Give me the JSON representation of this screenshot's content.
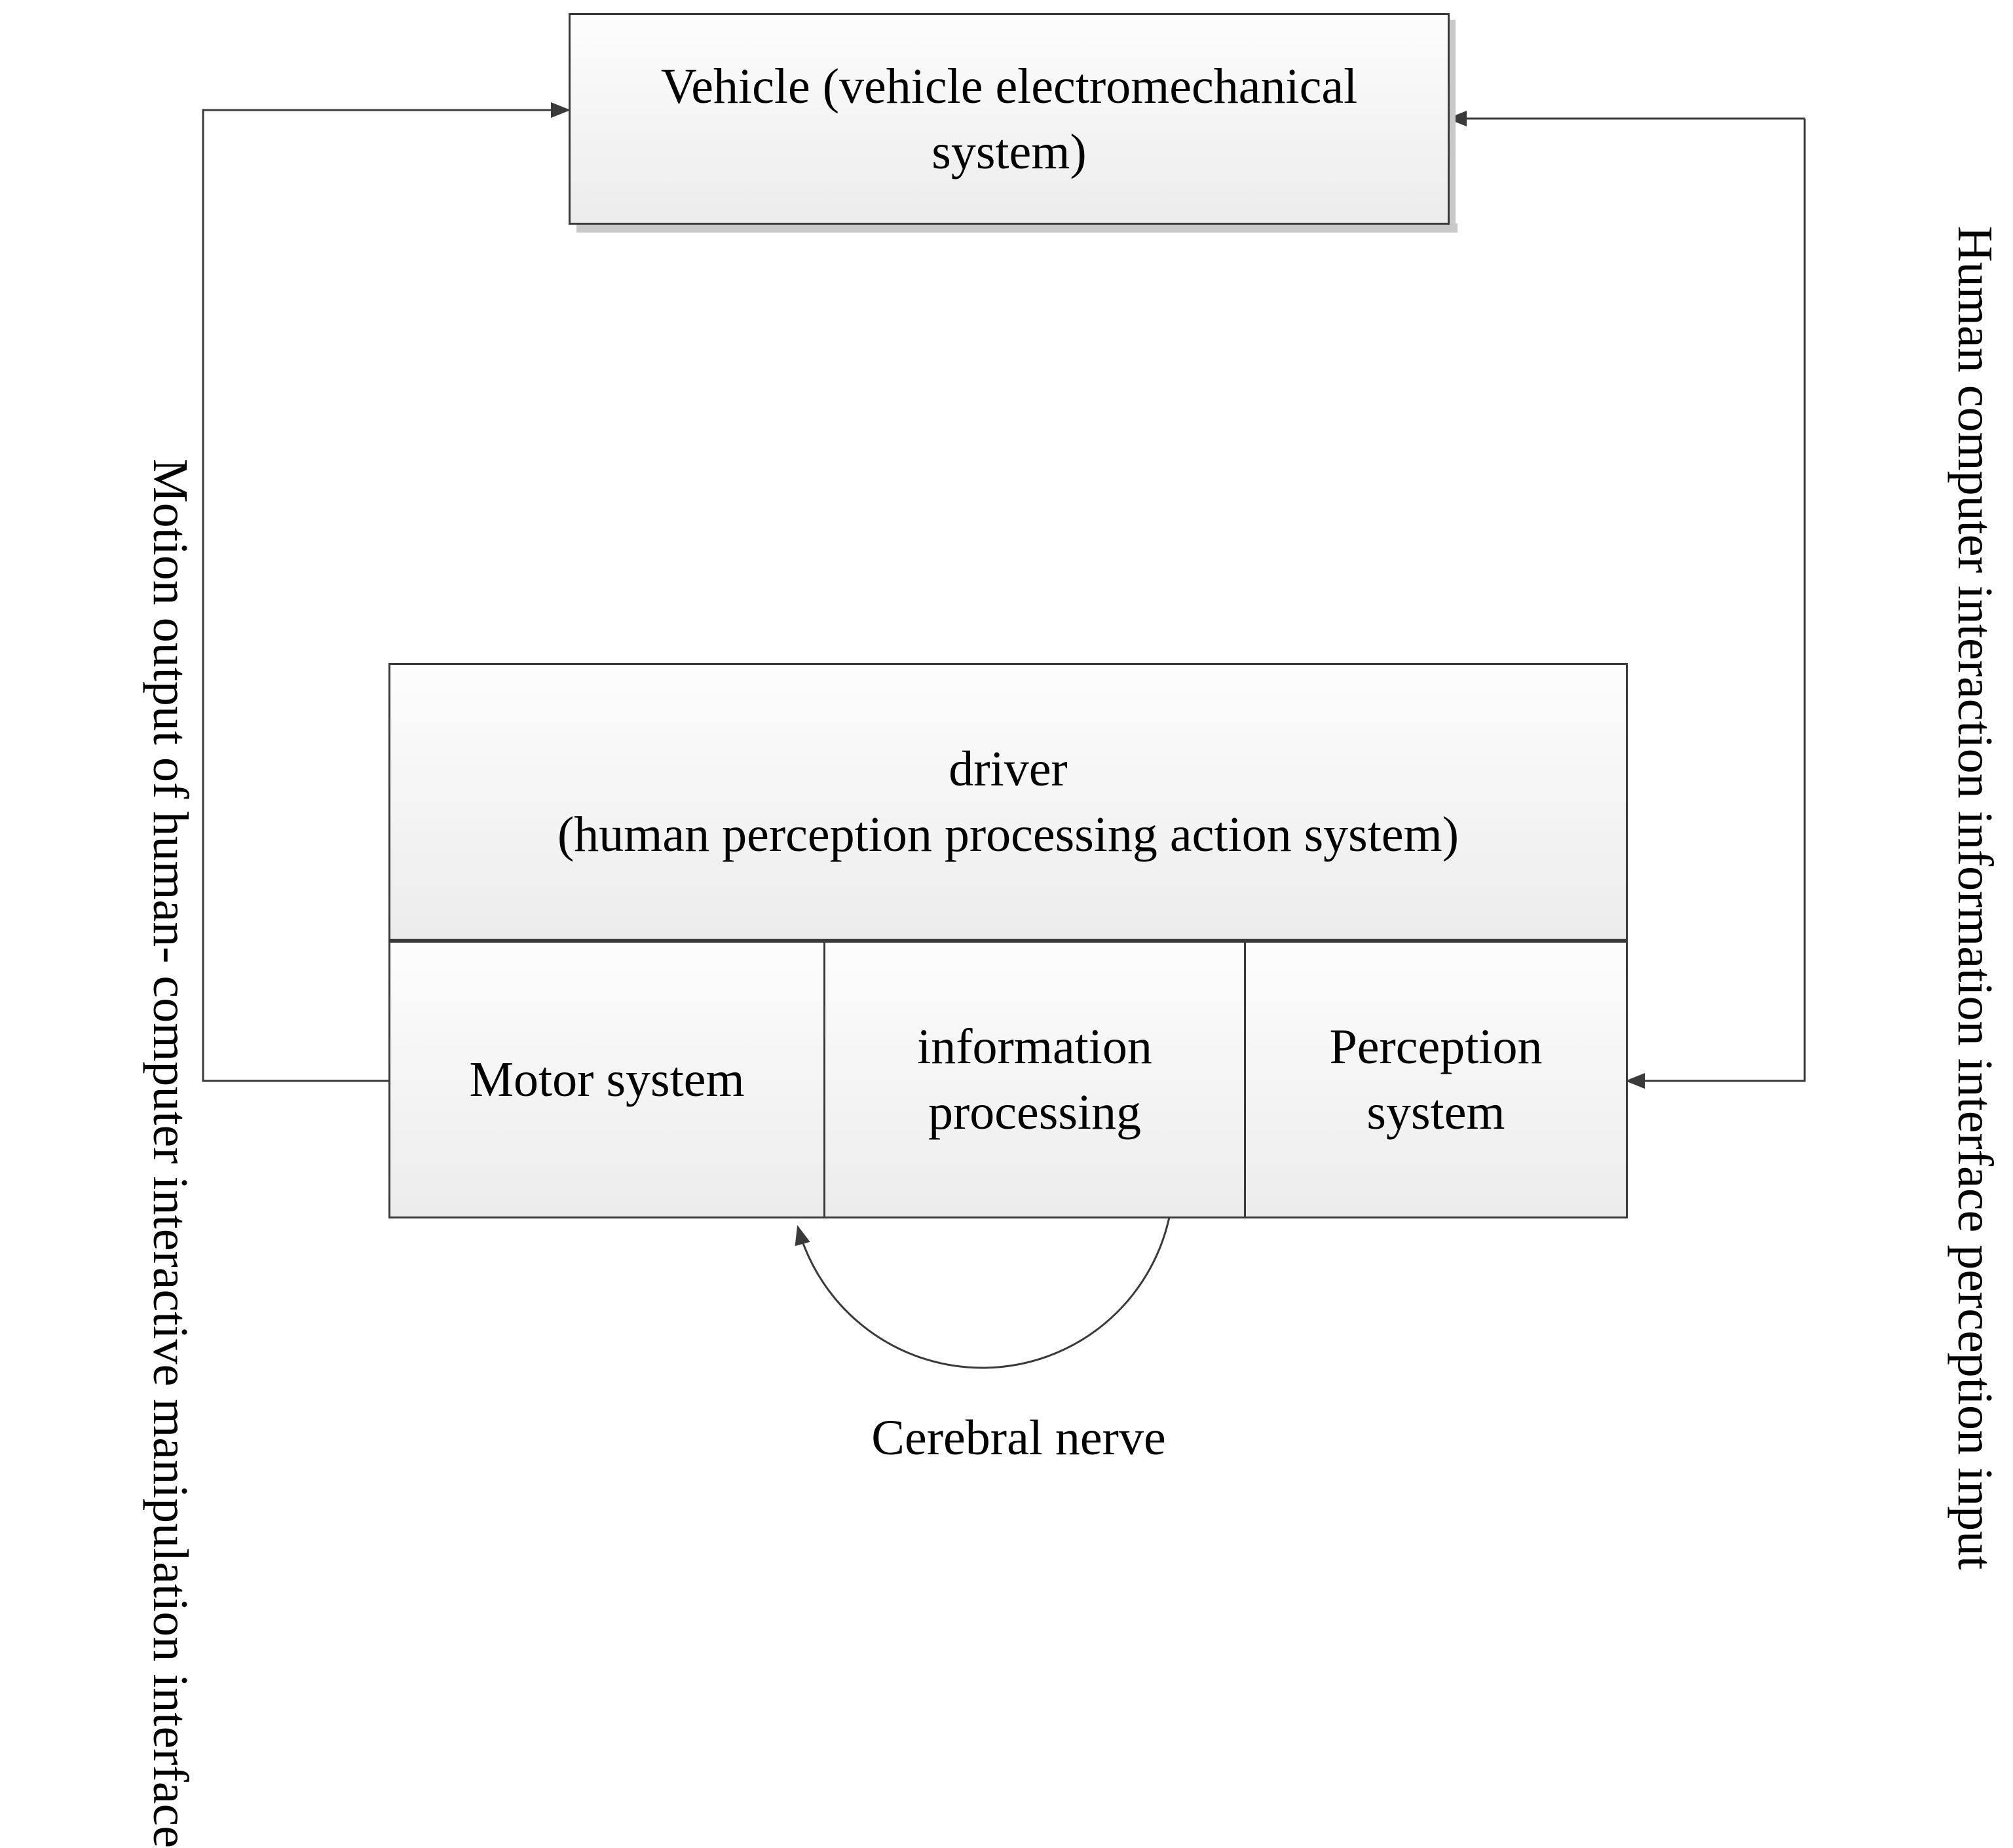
{
  "vehicle": {
    "line1": "Vehicle (vehicle electromechanical",
    "line2": "system)"
  },
  "driver": {
    "line1": "driver",
    "line2": "(human perception processing action system)"
  },
  "subsystems": {
    "motor": "Motor system",
    "information_line1": "information",
    "information_line2": "processing",
    "perception_line1": "Perception",
    "perception_line2": "system"
  },
  "left_label": {
    "line1": "Motion output of human-",
    "line2": "computer interactive",
    "line3": "manipulation interface"
  },
  "right_label": {
    "line1": "Human computer interaction",
    "line2": "information interface perception input"
  },
  "bottom_label": "Cerebral nerve"
}
